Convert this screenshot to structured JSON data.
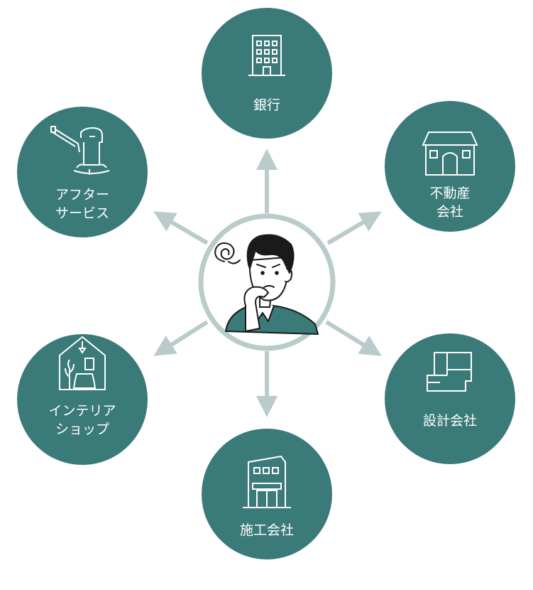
{
  "colors": {
    "node_fill": "#3a7a78",
    "arrow": "#b9cbca",
    "icon_stroke": "#ffffff",
    "center_ring": "#b9cbca",
    "ink": "#1a1a1a"
  },
  "center": {
    "icon": "worried-man-illustration"
  },
  "nodes": {
    "bank": {
      "lines": [
        "銀行"
      ],
      "icon": "building-icon"
    },
    "real_estate": {
      "lines": [
        "不動産",
        "会社"
      ],
      "icon": "house-icon"
    },
    "design_firm": {
      "lines": [
        "設計会社"
      ],
      "icon": "floor-plan-icon"
    },
    "construction": {
      "lines": [
        "施工会社"
      ],
      "icon": "shop-building-icon"
    },
    "interior_shop": {
      "lines": [
        "インテリア",
        "ショップ"
      ],
      "icon": "interior-house-icon"
    },
    "after_service": {
      "lines": [
        "アフター",
        "サービス"
      ],
      "icon": "faucet-icon"
    }
  }
}
